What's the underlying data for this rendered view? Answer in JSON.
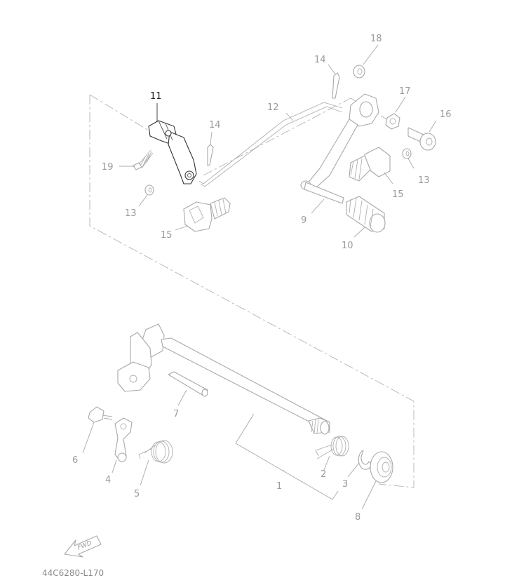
{
  "callouts": [
    {
      "id": "1",
      "label": "1",
      "highlighted": false
    },
    {
      "id": "2",
      "label": "2",
      "highlighted": false
    },
    {
      "id": "3",
      "label": "3",
      "highlighted": false
    },
    {
      "id": "4",
      "label": "4",
      "highlighted": false
    },
    {
      "id": "5",
      "label": "5",
      "highlighted": false
    },
    {
      "id": "6",
      "label": "6",
      "highlighted": false
    },
    {
      "id": "7",
      "label": "7",
      "highlighted": false
    },
    {
      "id": "8",
      "label": "8",
      "highlighted": false
    },
    {
      "id": "9",
      "label": "9",
      "highlighted": false
    },
    {
      "id": "10",
      "label": "10",
      "highlighted": false
    },
    {
      "id": "11",
      "label": "11",
      "highlighted": true
    },
    {
      "id": "12",
      "label": "12",
      "highlighted": false
    },
    {
      "id": "13a",
      "label": "13",
      "highlighted": false
    },
    {
      "id": "13b",
      "label": "13",
      "highlighted": false
    },
    {
      "id": "14a",
      "label": "14",
      "highlighted": false
    },
    {
      "id": "14b",
      "label": "14",
      "highlighted": false
    },
    {
      "id": "15a",
      "label": "15",
      "highlighted": false
    },
    {
      "id": "15b",
      "label": "15",
      "highlighted": false
    },
    {
      "id": "16",
      "label": "16",
      "highlighted": false
    },
    {
      "id": "17",
      "label": "17",
      "highlighted": false
    },
    {
      "id": "18",
      "label": "18",
      "highlighted": false
    },
    {
      "id": "19",
      "label": "19",
      "highlighted": false
    }
  ],
  "fwd_badge": "FWD",
  "diagram_code": "44C6280-L170",
  "colors": {
    "line": "#a8a8a8",
    "label": "#9a9a9a",
    "highlight": "#222222",
    "background": "#ffffff"
  }
}
